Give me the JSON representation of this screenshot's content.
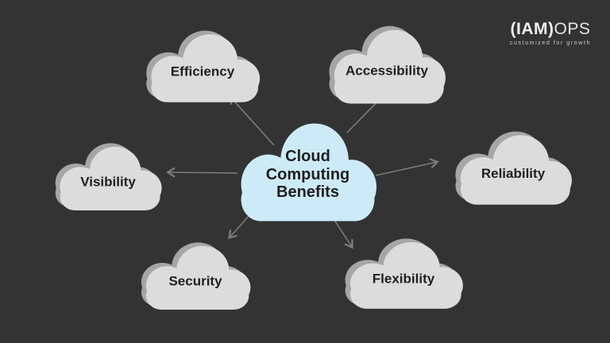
{
  "logo": {
    "primary": "(IAM)",
    "secondary": "OPS",
    "tagline": "customized for growth"
  },
  "center": {
    "line1": "Cloud",
    "line2": "Computing",
    "line3": "Benefits"
  },
  "clouds": [
    {
      "id": "efficiency",
      "label": "Efficiency"
    },
    {
      "id": "accessibility",
      "label": "Accessibility"
    },
    {
      "id": "visibility",
      "label": "Visibility"
    },
    {
      "id": "reliability",
      "label": "Reliability"
    },
    {
      "id": "security",
      "label": "Security"
    },
    {
      "id": "flexibility",
      "label": "Flexibility"
    }
  ],
  "colors": {
    "bg": "#333333",
    "cloudFill": "#dcdcdc",
    "cloudShadow": "#a6a6a6",
    "centerFill": "#cdebf7",
    "arrow": "#7d7d7d"
  }
}
